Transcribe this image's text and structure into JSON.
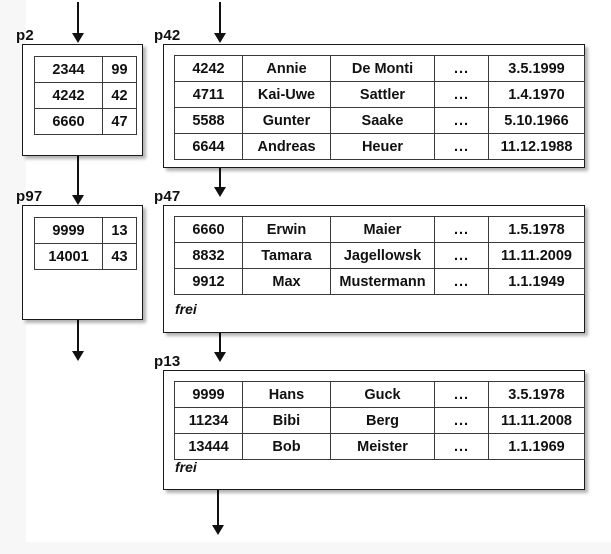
{
  "diagram": {
    "title": "B-tree index with leaf data pages",
    "background": "#ffffff",
    "ink": "#111111"
  },
  "nodes": [
    {
      "id": "p2",
      "label": "p2",
      "kind": "index-node",
      "rows": [
        {
          "key": "2344",
          "pointer": "99"
        },
        {
          "key": "4242",
          "pointer": "42"
        },
        {
          "key": "6660",
          "pointer": "47"
        }
      ]
    },
    {
      "id": "p97",
      "label": "p97",
      "kind": "index-node",
      "rows": [
        {
          "key": "9999",
          "pointer": "13"
        },
        {
          "key": "14001",
          "pointer": "43"
        }
      ]
    },
    {
      "id": "p42",
      "label": "p42",
      "kind": "data-page",
      "free_label": "",
      "rows": [
        {
          "id": "4242",
          "first": "Annie",
          "last": "De Monti",
          "more": "...",
          "date": "3.5.1999"
        },
        {
          "id": "4711",
          "first": "Kai-Uwe",
          "last": "Sattler",
          "more": "...",
          "date": "1.4.1970"
        },
        {
          "id": "5588",
          "first": "Gunter",
          "last": "Saake",
          "more": "...",
          "date": "5.10.1966"
        },
        {
          "id": "6644",
          "first": "Andreas",
          "last": "Heuer",
          "more": "...",
          "date": "11.12.1988"
        }
      ]
    },
    {
      "id": "p47",
      "label": "p47",
      "kind": "data-page",
      "free_label": "frei",
      "rows": [
        {
          "id": "6660",
          "first": "Erwin",
          "last": "Maier",
          "more": "...",
          "date": "1.5.1978"
        },
        {
          "id": "8832",
          "first": "Tamara",
          "last": "Jagellowsk",
          "more": "...",
          "date": "11.11.2009"
        },
        {
          "id": "9912",
          "first": "Max",
          "last": "Mustermann",
          "more": "...",
          "date": "1.1.1949"
        }
      ]
    },
    {
      "id": "p13",
      "label": "p13",
      "kind": "data-page",
      "free_label": "frei",
      "rows": [
        {
          "id": "9999",
          "first": "Hans",
          "last": "Guck",
          "more": "...",
          "date": "3.5.1978"
        },
        {
          "id": "11234",
          "first": "Bibi",
          "last": "Berg",
          "more": "...",
          "date": "11.11.2008"
        },
        {
          "id": "13444",
          "first": "Bob",
          "last": "Meister",
          "more": "...",
          "date": "1.1.1969"
        }
      ]
    }
  ],
  "arrows": [
    {
      "name": "arrow-into-p2",
      "from": "top-edge",
      "to": "p2"
    },
    {
      "name": "arrow-p2-p97",
      "from": "p2",
      "to": "p97"
    },
    {
      "name": "arrow-out-p97",
      "from": "p97",
      "to": "bottom"
    },
    {
      "name": "arrow-into-p42",
      "from": "top-edge",
      "to": "p42"
    },
    {
      "name": "arrow-p42-p47",
      "from": "p42",
      "to": "p47"
    },
    {
      "name": "arrow-p47-p13",
      "from": "p47",
      "to": "p13"
    },
    {
      "name": "arrow-out-p13",
      "from": "p13",
      "to": "bottom"
    }
  ]
}
